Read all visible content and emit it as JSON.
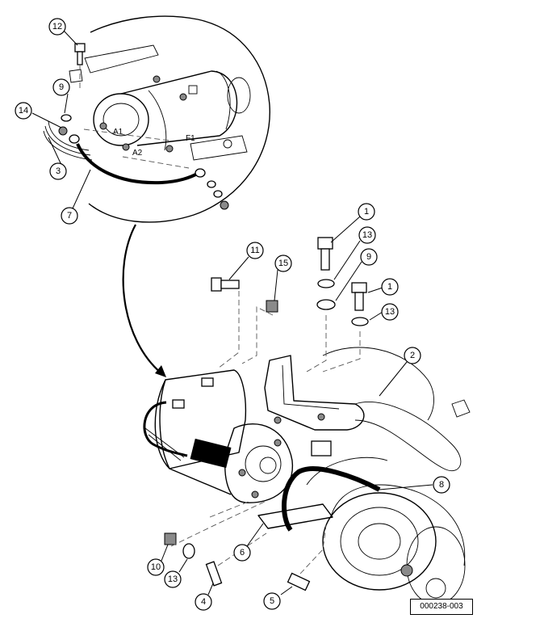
{
  "figure_id": "000238-003",
  "terminal_labels": [
    "A1",
    "A2",
    "F1"
  ],
  "callouts": [
    {
      "id": "callout-12",
      "label": "12"
    },
    {
      "id": "callout-9-inset",
      "label": "9"
    },
    {
      "id": "callout-14",
      "label": "14"
    },
    {
      "id": "callout-3",
      "label": "3"
    },
    {
      "id": "callout-7",
      "label": "7"
    },
    {
      "id": "callout-1-top",
      "label": "1"
    },
    {
      "id": "callout-13-top",
      "label": "13"
    },
    {
      "id": "callout-9",
      "label": "9"
    },
    {
      "id": "callout-1",
      "label": "1"
    },
    {
      "id": "callout-13",
      "label": "13"
    },
    {
      "id": "callout-11",
      "label": "11"
    },
    {
      "id": "callout-15",
      "label": "15"
    },
    {
      "id": "callout-2",
      "label": "2"
    },
    {
      "id": "callout-8",
      "label": "8"
    },
    {
      "id": "callout-6",
      "label": "6"
    },
    {
      "id": "callout-10",
      "label": "10"
    },
    {
      "id": "callout-13-bottom",
      "label": "13"
    },
    {
      "id": "callout-4",
      "label": "4"
    },
    {
      "id": "callout-5",
      "label": "5"
    }
  ]
}
